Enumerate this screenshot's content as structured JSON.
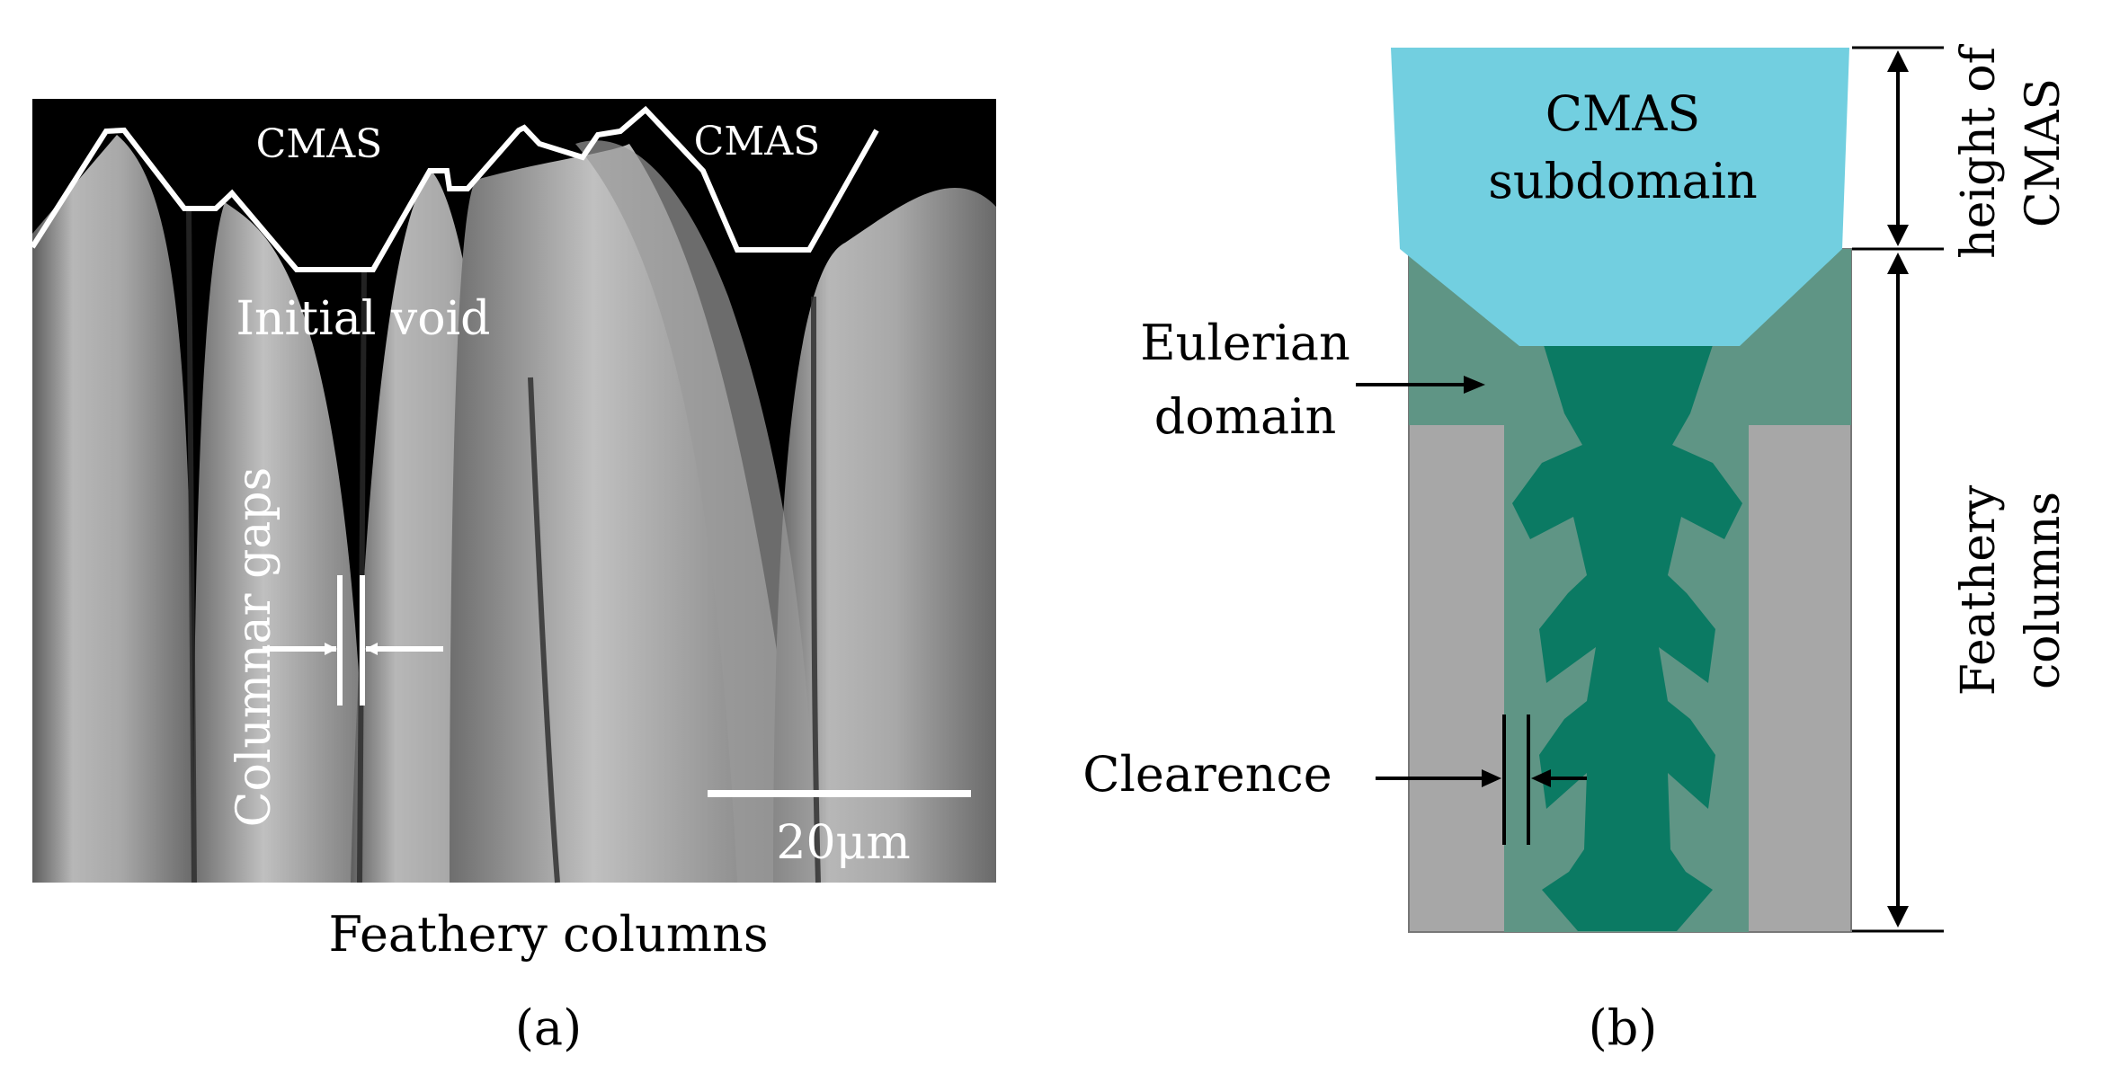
{
  "panel_a": {
    "cmas_label_left": "CMAS",
    "cmas_label_right": "CMAS",
    "initial_void": "Initial void",
    "columnar_gaps": "Columnar gaps",
    "scale_bar": "20μm",
    "caption": "Feathery columns",
    "panel_label": "(a)"
  },
  "panel_b": {
    "cmas_subdomain_line1": "CMAS",
    "cmas_subdomain_line2": "subdomain",
    "eulerian_line1": "Eulerian",
    "eulerian_line2": "domain",
    "clearence": "Clearence",
    "height_line1": "height of",
    "height_line2": "CMAS",
    "feathery_line1": "Feathery",
    "feathery_line2": "columns",
    "panel_label": "(b)"
  },
  "colors": {
    "cmas_fill": "#72cfe0",
    "column_fill": "#0b7a63",
    "eulerian_fill": "#5f9585",
    "gray_fill": "#a7a7a7",
    "micrograph_dark": "#000000"
  }
}
